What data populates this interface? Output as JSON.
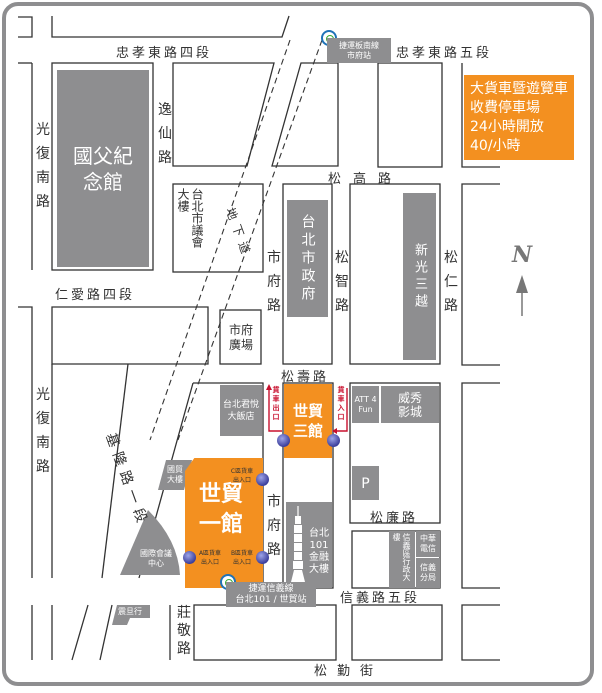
{
  "streets": {
    "zhongxiao_4": "忠孝東路四段",
    "zhongxiao_5": "忠孝東路五段",
    "guangfu_s_top": "光復南路",
    "guangfu_s_bottom": "光復南路",
    "yixian": "逸仙路",
    "songgao": "松高路",
    "renai_4": "仁愛路四段",
    "shifu_top": "市府路",
    "shifu_bottom": "市府路",
    "songzhi": "松智路",
    "songren": "松仁路",
    "keelung_1": "基隆路一段",
    "songshou": "松壽路",
    "songlian": "松廉路",
    "xinyi_5": "信義路五段",
    "zhuangjing": "莊敬路",
    "songqin": "松勤街",
    "underpass": "地下道"
  },
  "landmarks": {
    "sun_yat_sen_memorial": "國父紀念館",
    "city_council": "台北市議會大樓",
    "city_hall": "台北市政府",
    "city_hall_plaza": "市府廣場",
    "shin_kong_mitsukoshi": "新光三越",
    "grand_hyatt": "台北君悅大飯店",
    "att_4_fun": "ATT 4 Fun",
    "vieshow": "威秀影城",
    "parking": "P",
    "international_trade_building": "國貿大樓",
    "ticc": "國際會議中心",
    "taipei_101": "台北101金融大樓",
    "xinyi_district_office": "信義區行政大樓",
    "chunghwa_telecom": "中華電信",
    "xinyi_branch": "信義分局",
    "aurora": "震旦行"
  },
  "venues": {
    "hall_1": "世貿一館",
    "hall_3": "世貿三館",
    "gate_a": "A區貨車出入口",
    "gate_b": "B區貨車出入口",
    "gate_c": "C區貨車出入口",
    "truck_exit": "貨車出口",
    "truck_entrance": "貨車入口"
  },
  "mrt": {
    "bannan": "捷運板南線市府站",
    "bannan_line1": "捷運板南線",
    "bannan_line2": "市府站",
    "xinyi_line1": "捷運信義線",
    "xinyi_line2": "台北101 / 世貿站"
  },
  "parking_notice": {
    "line1": "大貨車暨遊覽車",
    "line2": "收費停車場",
    "line3": "24小時開放",
    "line4": "40/小時"
  },
  "compass": {
    "label": "N"
  },
  "colors": {
    "orange": "#f39020",
    "gray": "#8e8e90",
    "red": "#c8102e",
    "dot": "#3c3f9c"
  }
}
